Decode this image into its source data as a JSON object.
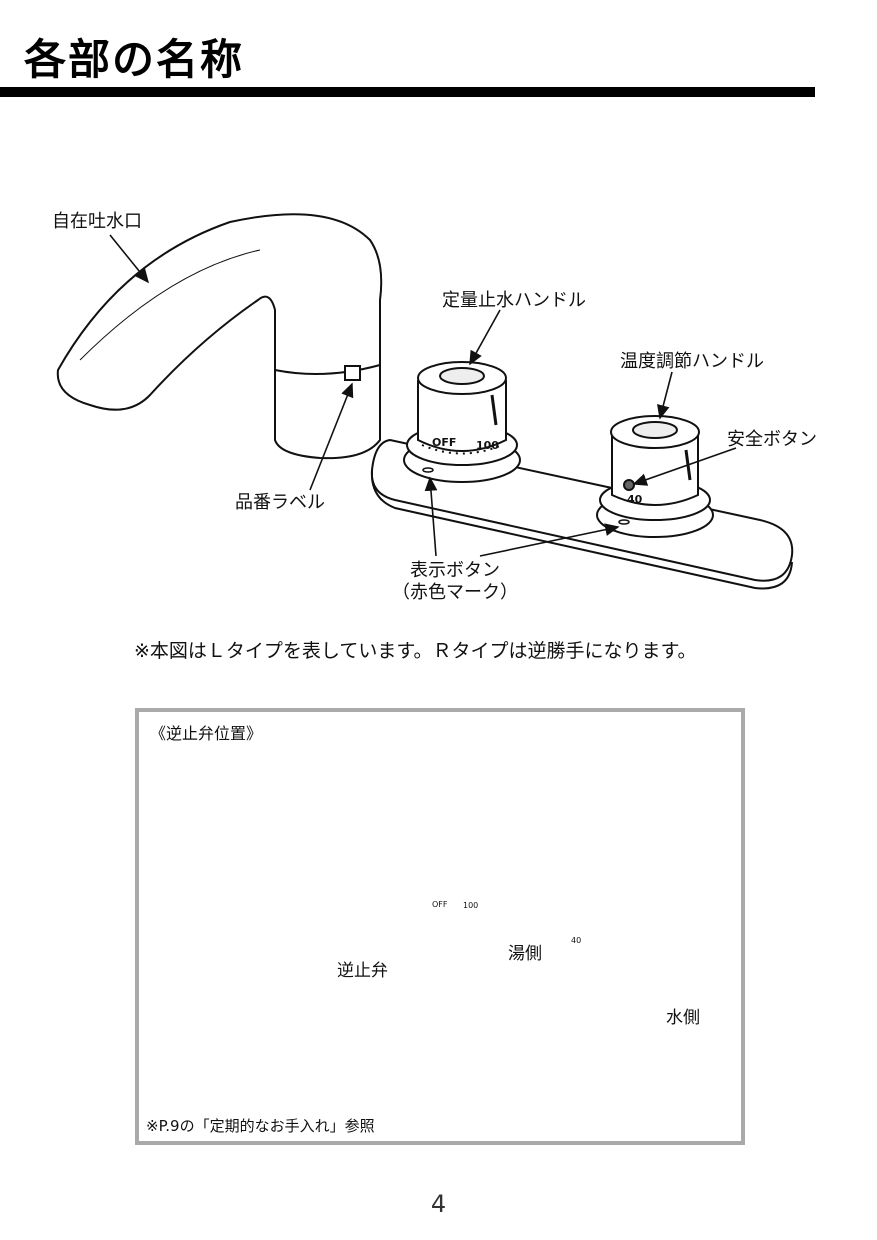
{
  "page": {
    "title": "各部の名称",
    "page_number": "4"
  },
  "main_figure": {
    "labels": {
      "spout": "自在吐水口",
      "product_label": "品番ラベル",
      "flow_handle": "定量止水ハンドル",
      "temp_handle": "温度調節ハンドル",
      "safety_button": "安全ボタン",
      "indicator_button_line1": "表示ボタン",
      "indicator_button_line2": "（赤色マーク）",
      "dial_off": "OFF",
      "dial_100": "100",
      "dial_40": "40"
    },
    "note": "※本図はＬタイプを表しています。Ｒタイプは逆勝手になります。"
  },
  "check_valve_box": {
    "title": "《逆止弁位置》",
    "labels": {
      "check_valve": "逆止弁",
      "hot_side": "湯側",
      "cold_side": "水側",
      "dial_off": "OFF",
      "dial_100": "100",
      "dial_40": "40"
    },
    "footer": "※P.9の「定期的なお手入れ」参照"
  }
}
